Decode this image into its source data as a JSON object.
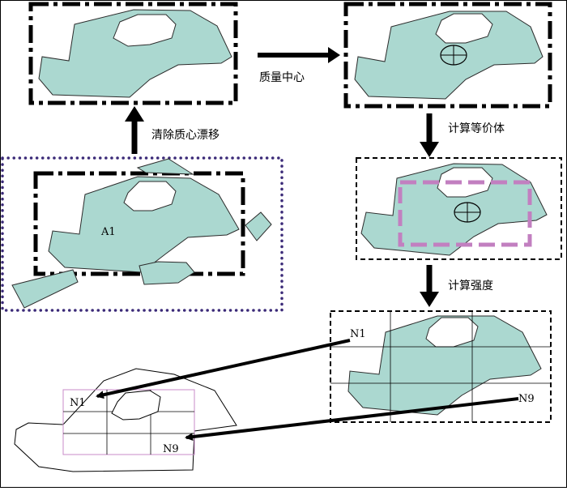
{
  "colors": {
    "shape_fill": "#abd8d0",
    "shape_stroke": "#2b2b2b",
    "dotted_frame": "#3b2a78",
    "dashed_rect": "#c27fc0",
    "grid_small": "#c88bc8",
    "arrow": "#000000"
  },
  "step_labels": {
    "remove_drift": "清除质心漂移",
    "mass_center": "质量中心",
    "compute_equivalent": "计算等价体",
    "compute_intensity": "计算强度"
  },
  "shape_label": "A1",
  "grid_labels": {
    "n1": "N1",
    "n9": "N9",
    "n1_small": "N1",
    "n9_small": "N9"
  }
}
